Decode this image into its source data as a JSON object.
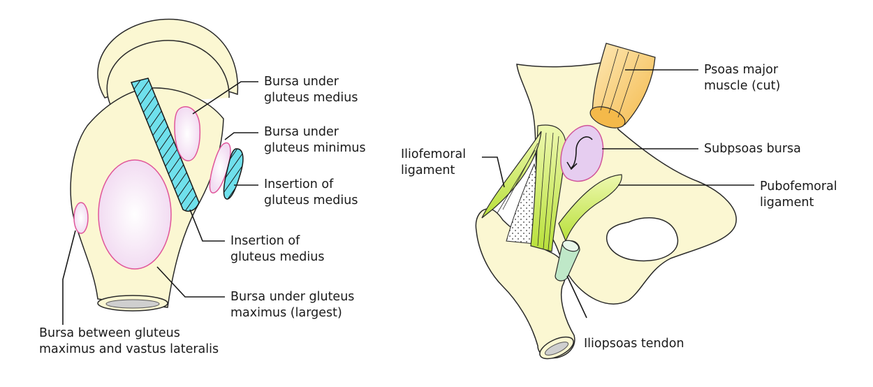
{
  "colors": {
    "bone": "#fbf7d2",
    "bursa_fill": "#f4e6f4",
    "bursa_stroke": "#e0559a",
    "insertion": "#6fe0ec",
    "ligament": "#c8e84a",
    "psoas": "#f6c866",
    "subpsoas_bursa": "#e6cdf0",
    "tendon": "#bfe8c8"
  },
  "left_figure": {
    "labels": {
      "bursa_under_gluteus_medius": "Bursa under\ngluteus medius",
      "bursa_under_gluteus_minimus": "Bursa under\ngluteus minimus",
      "insertion_gluteus_medius_top": "Insertion of\ngluteus medius",
      "insertion_gluteus_medius_bottom": "Insertion of\ngluteus medius",
      "bursa_under_gluteus_maximus": "Bursa under gluteus\nmaximus (largest)",
      "bursa_between_gluteus_maximus_vastus_lateralis": "Bursa between gluteus\nmaximus and vastus lateralis"
    }
  },
  "right_figure": {
    "labels": {
      "psoas_major_muscle": "Psoas major\nmuscle (cut)",
      "subpsoas_bursa": "Subpsoas bursa",
      "iliofemoral_ligament": "Iliofemoral\nligament",
      "pubofemoral_ligament": "Pubofemoral\nligament",
      "iliopsoas_tendon": "Iliopsoas tendon"
    }
  }
}
